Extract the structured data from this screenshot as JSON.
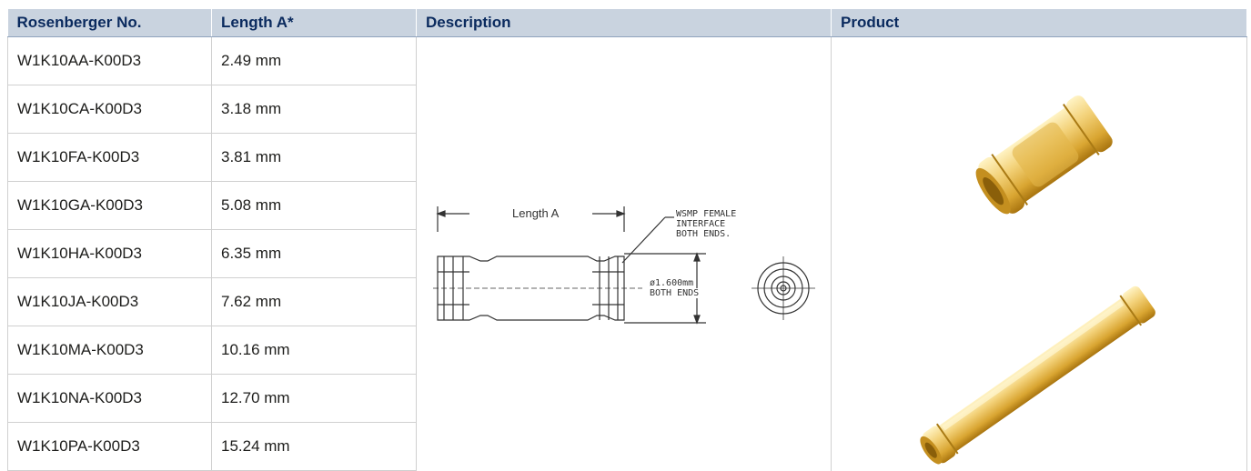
{
  "table": {
    "headers": [
      "Rosenberger No.",
      "Length A*",
      "Description",
      "Product"
    ],
    "rows": [
      {
        "part_no": "W1K10AA-K00D3",
        "length": "2.49 mm"
      },
      {
        "part_no": "W1K10CA-K00D3",
        "length": "3.18 mm"
      },
      {
        "part_no": "W1K10FA-K00D3",
        "length": "3.81 mm"
      },
      {
        "part_no": "W1K10GA-K00D3",
        "length": "5.08 mm"
      },
      {
        "part_no": "W1K10HA-K00D3",
        "length": "6.35 mm"
      },
      {
        "part_no": "W1K10JA-K00D3",
        "length": "7.62 mm"
      },
      {
        "part_no": "W1K10MA-K00D3",
        "length": "10.16 mm"
      },
      {
        "part_no": "W1K10NA-K00D3",
        "length": "12.70 mm"
      },
      {
        "part_no": "W1K10PA-K00D3",
        "length": "15.24 mm"
      }
    ]
  },
  "drawing": {
    "length_label": "Length A",
    "note_line1": "WSMP FEMALE",
    "note_line2": "INTERFACE",
    "note_line3": "BOTH ENDS.",
    "dia_line1": "ø1.600mm",
    "dia_line2": "BOTH ENDS"
  },
  "colors": {
    "header_bg": "#c9d3df",
    "header_text": "#0a2a5e",
    "gold_light": "#f3d27a",
    "gold_dark": "#b8860b"
  }
}
